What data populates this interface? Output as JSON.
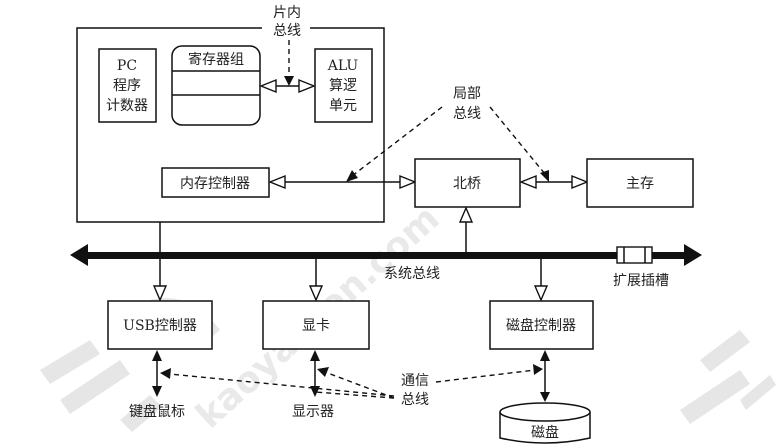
{
  "diagram": {
    "cpu": {
      "pc": [
        "PC",
        "程序",
        "计数器"
      ],
      "registers": "寄存器组",
      "alu": [
        "ALU",
        "算逻",
        "单元"
      ],
      "on_chip_bus": [
        "片内",
        "总线"
      ],
      "memory_controller": "内存控制器"
    },
    "local_bus": [
      "局部",
      "总线"
    ],
    "northbridge": "北桥",
    "main_memory": "主存",
    "system_bus": "系统总线",
    "expansion_slot": "扩展插槽",
    "usb_controller": "USB控制器",
    "graphics_card": "显卡",
    "disk_controller": "磁盘控制器",
    "keyboard_mouse": "键盘鼠标",
    "monitor": "显示器",
    "disk": "磁盘",
    "comm_bus": [
      "通信",
      "总线"
    ],
    "watermark": "kaoyanren.com"
  }
}
